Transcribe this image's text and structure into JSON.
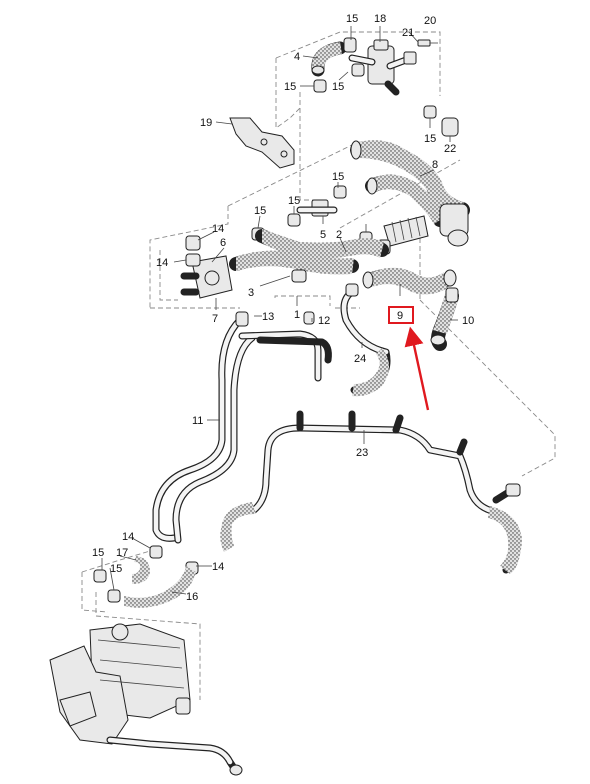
{
  "diagram": {
    "callouts": [
      {
        "id": "c15a",
        "text": "15"
      },
      {
        "id": "c18",
        "text": "18"
      },
      {
        "id": "c21",
        "text": "21"
      },
      {
        "id": "c20",
        "text": "20"
      },
      {
        "id": "c4",
        "text": "4"
      },
      {
        "id": "c15b",
        "text": "15"
      },
      {
        "id": "c15c",
        "text": "15"
      },
      {
        "id": "c15d",
        "text": "15"
      },
      {
        "id": "c22",
        "text": "22"
      },
      {
        "id": "c19",
        "text": "19"
      },
      {
        "id": "c8",
        "text": "8"
      },
      {
        "id": "c15e",
        "text": "15"
      },
      {
        "id": "c15f",
        "text": "15"
      },
      {
        "id": "c15g",
        "text": "15"
      },
      {
        "id": "c14a",
        "text": "14"
      },
      {
        "id": "c6",
        "text": "6"
      },
      {
        "id": "c14b",
        "text": "14"
      },
      {
        "id": "c5",
        "text": "5"
      },
      {
        "id": "c2",
        "text": "2"
      },
      {
        "id": "c3",
        "text": "3"
      },
      {
        "id": "c7",
        "text": "7"
      },
      {
        "id": "c13",
        "text": "13"
      },
      {
        "id": "c1",
        "text": "1"
      },
      {
        "id": "c12",
        "text": "12"
      },
      {
        "id": "c9",
        "text": "9"
      },
      {
        "id": "c10",
        "text": "10"
      },
      {
        "id": "c24",
        "text": "24"
      },
      {
        "id": "c11",
        "text": "11"
      },
      {
        "id": "c23",
        "text": "23"
      },
      {
        "id": "c14c",
        "text": "14"
      },
      {
        "id": "c15h",
        "text": "15"
      },
      {
        "id": "c17",
        "text": "17"
      },
      {
        "id": "c15i",
        "text": "15"
      },
      {
        "id": "c14d",
        "text": "14"
      },
      {
        "id": "c16",
        "text": "16"
      }
    ],
    "highlight": {
      "label": "9",
      "box_color": "#e0191f",
      "arrow_color": "#e0191f"
    }
  }
}
